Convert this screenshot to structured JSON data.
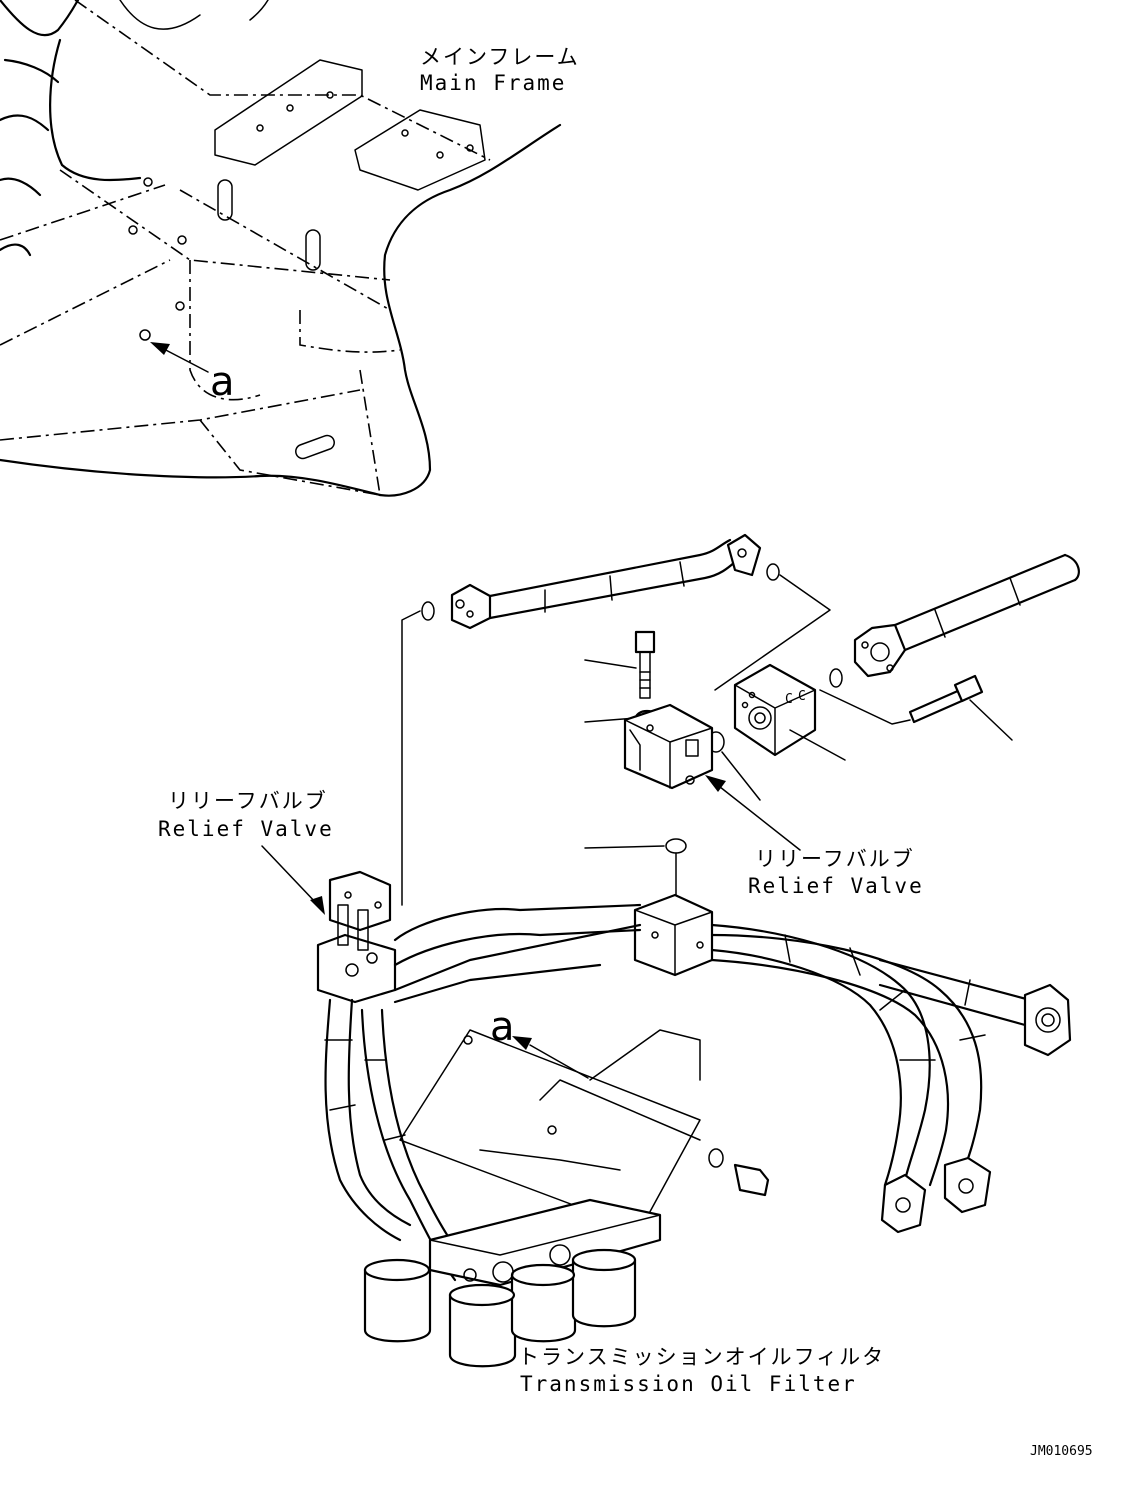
{
  "labels": {
    "main_frame_jp": "メインフレーム",
    "main_frame_en": "Main Frame",
    "relief_valve_left_jp": "リリーフバルブ",
    "relief_valve_left_en": "Relief Valve",
    "relief_valve_right_jp": "リリーフバルブ",
    "relief_valve_right_en": "Relief Valve",
    "filter_jp": "トランスミッションオイルフィルタ",
    "filter_en": "Transmission Oil Filter",
    "callout_a_top": "a",
    "callout_a_bottom": "a",
    "drawing_code": "JM010695"
  }
}
